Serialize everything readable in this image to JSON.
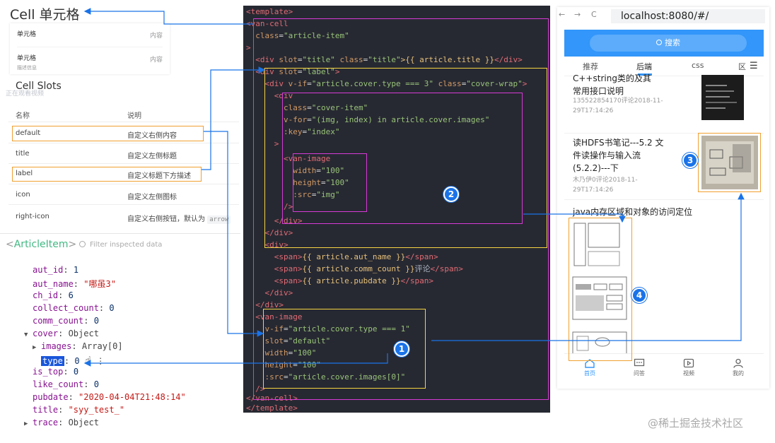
{
  "left": {
    "cell_title": "Cell 单元格",
    "cell_demo": [
      {
        "title": "单元格",
        "value": "内容",
        "desc": ""
      },
      {
        "title": "单元格",
        "value": "内容",
        "desc": "描述信息"
      }
    ],
    "slots_title": "Cell Slots",
    "slots_ghost": "正在观看视频",
    "slots_header": {
      "name": "名称",
      "desc": "说明"
    },
    "slots": [
      {
        "name": "default",
        "desc": "自定义右侧内容"
      },
      {
        "name": "title",
        "desc": "自定义左侧标题"
      },
      {
        "name": "label",
        "desc": "自定义标题下方描述"
      },
      {
        "name": "icon",
        "desc": "自定义左侧图标"
      },
      {
        "name": "right-icon",
        "desc": "自定义右侧按钮，默认为",
        "code": "arrow"
      }
    ],
    "devtools": {
      "component_open": "<",
      "component_name": "ArticleItem",
      "component_close": ">",
      "filter_placeholder": "Filter inspected data",
      "props": {
        "aut_id": {
          "key": "aut_id",
          "value": "1"
        },
        "aut_name": {
          "key": "aut_name",
          "value": "\"哪虽3\""
        },
        "ch_id": {
          "key": "ch_id",
          "value": "6"
        },
        "collect_count": {
          "key": "collect_count",
          "value": "0"
        },
        "comm_count": {
          "key": "comm_count",
          "value": "0"
        },
        "cover": {
          "key": "cover",
          "value": "Object"
        },
        "images": {
          "key": "images",
          "value": "Array[0]"
        },
        "type": {
          "key": "type",
          "value": "0"
        },
        "type_more": "⋮",
        "is_top": {
          "key": "is_top",
          "value": "0"
        },
        "like_count": {
          "key": "like_count",
          "value": "0"
        },
        "pubdate": {
          "key": "pubdate",
          "value": "\"2020-04-04T21:48:14\""
        },
        "title": {
          "key": "title",
          "value": "\"syy_test_\""
        },
        "trace": {
          "key": "trace",
          "value": "Object"
        }
      }
    }
  },
  "code": {
    "l1": {
      "tag": "<template>"
    },
    "l2": {
      "tag": "<van-cell"
    },
    "l3": {
      "attr": "class",
      "eq": "=",
      "val": "\"article-item\""
    },
    "l4": {
      "text": ">"
    },
    "l5": {
      "tag": "<div",
      "a1": "slot",
      "v1": "\"title\"",
      "a2": "class",
      "v2": "\"title\"",
      "expr": ">{{ article.title }}",
      "close": "</div>"
    },
    "l6": {
      "tag": "<div",
      "a1": "slot",
      "v1": "\"label\"",
      "close": ">"
    },
    "l7": {
      "tag": "<div",
      "a1": "v-if",
      "v1": "\"article.cover.type === 3\"",
      "a2": "class",
      "v2": "\"cover-wrap\"",
      "close": ">"
    },
    "l8": {
      "tag": "<div"
    },
    "l9": {
      "attr": "class",
      "val": "\"cover-item\""
    },
    "l10": {
      "attr": "v-for",
      "val": "\"(img, index) in article.cover.images\""
    },
    "l11": {
      "attr": ":key",
      "val": "\"index\""
    },
    "l12": {
      "text": ">"
    },
    "l13": {
      "tag": "<van-image"
    },
    "l14": {
      "attr": "width",
      "val": "\"100\""
    },
    "l15": {
      "attr": "height",
      "val": "\"100\""
    },
    "l16": {
      "attr": ":src",
      "val": "\"img\""
    },
    "l17": {
      "tag": "/>"
    },
    "l18": {
      "tag": "</div>"
    },
    "l19": {
      "tag": "</div>"
    },
    "l20": {
      "tag": "<div>"
    },
    "l21": {
      "open": "<span>",
      "expr": "{{ article.aut_name }}",
      "close": "</span>"
    },
    "l22": {
      "open": "<span>",
      "expr": "{{ article.comm_count }}",
      "text": "评论",
      "close": "</span>"
    },
    "l23": {
      "open": "<span>",
      "expr": "{{ article.pubdate }}",
      "close": "</span>"
    },
    "l24": {
      "tag": "</div>"
    },
    "l25": {
      "tag": "</div>"
    },
    "l26": {
      "tag": "<van-image"
    },
    "l27": {
      "attr": "v-if",
      "val": "\"article.cover.type === 1\""
    },
    "l28": {
      "attr": "slot",
      "val": "\"default\""
    },
    "l29": {
      "attr": "width",
      "val": "\"100\""
    },
    "l30": {
      "attr": "height",
      "val": "\"100\""
    },
    "l31": {
      "attr": ":src",
      "val": "\"article.cover.images[0]\""
    },
    "l32": {
      "tag": "/>"
    },
    "l33": {
      "tag": "</van-cell>"
    },
    "l34": {
      "tag": "</template>"
    }
  },
  "badges": {
    "b1": "1",
    "b2": "2",
    "b3": "3",
    "b4": "4"
  },
  "browser": {
    "back": "←",
    "forward": "→",
    "reload": "C",
    "url": "localhost:8080/#/",
    "search_label": "搜索",
    "tabs": [
      "推荐",
      "后端",
      "css",
      "区"
    ],
    "menu_icon": "☰",
    "articles": [
      {
        "title": "C++string类的及其\n常用接口说明",
        "meta": "135522854170评论2018-11-\n29T17:14:26"
      },
      {
        "title": "读HDFS书笔记---5.2 文\n件读操作与输入流\n(5.2.2)---下",
        "meta": "木乃伊0评论2018-11-\n29T17:14:26"
      },
      {
        "title": "java内存区域和对象的访问定位",
        "meta": ""
      }
    ],
    "bottom_tabs": [
      "首页",
      "问答",
      "视频",
      "我的"
    ]
  },
  "watermark": "@稀土掘金技术社区",
  "colors": {
    "accent": "#3296fa",
    "vue_green": "#42b883",
    "annot_blue": "#1a73e8",
    "box_orange": "#f0a030",
    "box_magenta": "#d63ad6",
    "box_yellow": "#f5d442",
    "code_bg": "#272932"
  }
}
